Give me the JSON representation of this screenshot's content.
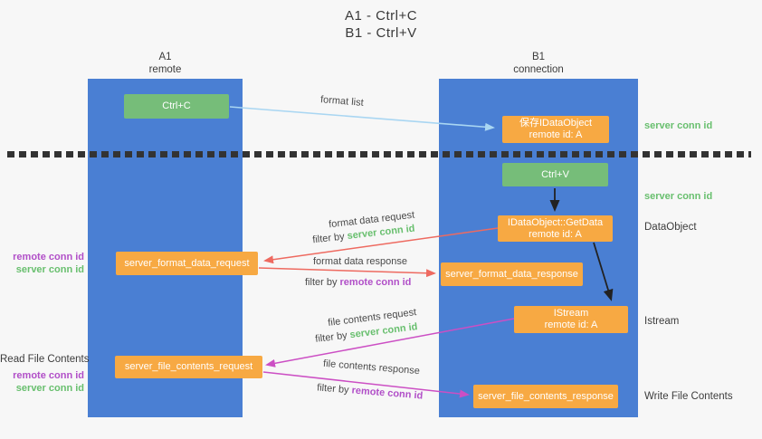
{
  "title": {
    "line1": "A1 - Ctrl+C",
    "line2": "B1 - Ctrl+V"
  },
  "columns": {
    "a1": {
      "title": "A1",
      "subtitle": "remote"
    },
    "b1": {
      "title": "B1",
      "subtitle": "connection"
    }
  },
  "nodes": {
    "ctrl_c": {
      "label": "Ctrl+C"
    },
    "save_idataobject": {
      "line1": "保存IDataObject",
      "line2": "remote id: A"
    },
    "ctrl_v": {
      "label": "Ctrl+V"
    },
    "getdata": {
      "line1": "IDataObject::GetData",
      "line2": "remote id: A"
    },
    "format_request": {
      "label": "server_format_data_request"
    },
    "format_response": {
      "label": "server_format_data_response"
    },
    "istream": {
      "line1": "IStream",
      "line2": "remote id: A"
    },
    "file_request": {
      "label": "server_file_contents_request"
    },
    "file_response": {
      "label": "server_file_contents_response"
    }
  },
  "labels": {
    "format_list": "format list",
    "format_data_request": "format data request",
    "format_data_response": "format data response",
    "file_contents_request": "file contents request",
    "file_contents_response": "file contents response",
    "filter_by": "filter by",
    "server_conn_id": "server conn id",
    "remote_conn_id": "remote conn id",
    "read_file_contents": "Read File Contents",
    "write_file_contents": "Write File Contents",
    "dataobject": "DataObject",
    "istream": "Istream"
  },
  "colors": {
    "column_blue": "#4a7fd3",
    "box_green": "#76bd79",
    "box_orange": "#f7a943",
    "green_text": "#68bf6e",
    "purple_text": "#b14fc8",
    "red_arrow": "#ee6a60",
    "magenta_arrow": "#cc4fc4",
    "light_blue_arrow": "#a9d6f2",
    "black_arrow": "#222222"
  }
}
